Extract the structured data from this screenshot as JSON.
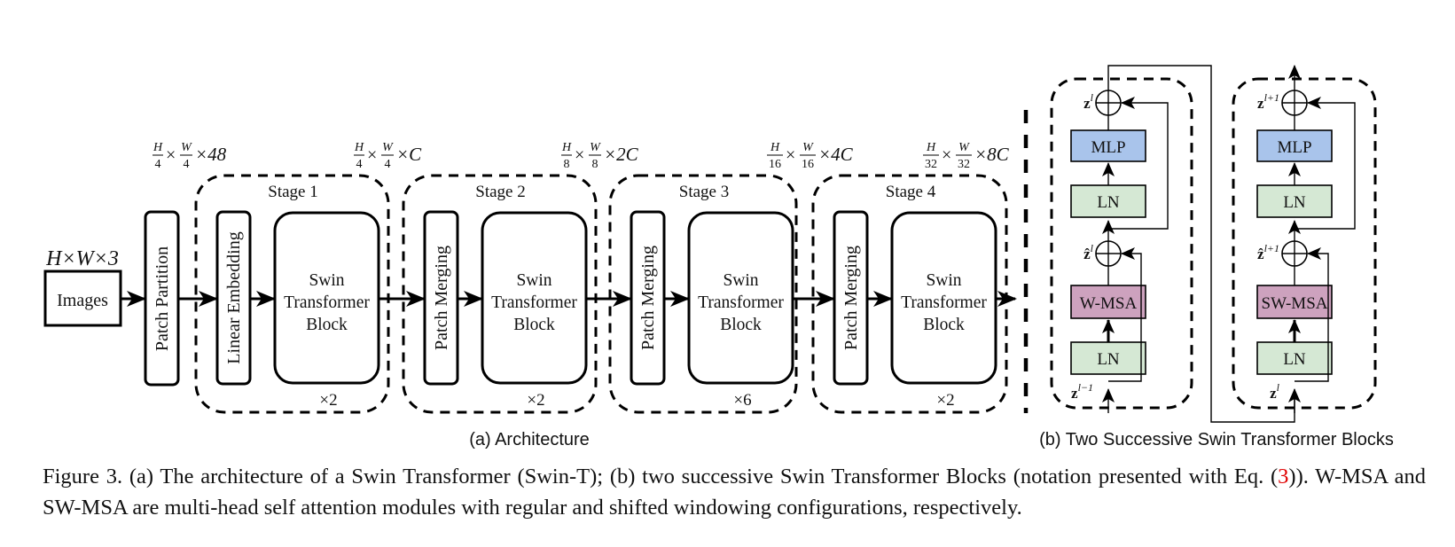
{
  "architecture": {
    "input_dim": "H×W×3",
    "input_label": "Images",
    "patch_partition": "Patch Partition",
    "dims": [
      {
        "num1": "H",
        "den1": "4",
        "num2": "W",
        "den2": "4",
        "tail": "×48"
      },
      {
        "num1": "H",
        "den1": "4",
        "num2": "W",
        "den2": "4",
        "tail": "×C"
      },
      {
        "num1": "H",
        "den1": "8",
        "num2": "W",
        "den2": "8",
        "tail": "×2C"
      },
      {
        "num1": "H",
        "den1": "16",
        "num2": "W",
        "den2": "16",
        "tail": "×4C"
      },
      {
        "num1": "H",
        "den1": "32",
        "num2": "W",
        "den2": "32",
        "tail": "×8C"
      }
    ],
    "stages": [
      {
        "title": "Stage 1",
        "first_block": "Linear Embedding",
        "swin_line1": "Swin",
        "swin_line2": "Transformer",
        "swin_line3": "Block",
        "repeat": "×2"
      },
      {
        "title": "Stage 2",
        "first_block": "Patch Merging",
        "swin_line1": "Swin",
        "swin_line2": "Transformer",
        "swin_line3": "Block",
        "repeat": "×2"
      },
      {
        "title": "Stage 3",
        "first_block": "Patch Merging",
        "swin_line1": "Swin",
        "swin_line2": "Transformer",
        "swin_line3": "Block",
        "repeat": "×6"
      },
      {
        "title": "Stage 4",
        "first_block": "Patch Merging",
        "swin_line1": "Swin",
        "swin_line2": "Transformer",
        "swin_line3": "Block",
        "repeat": "×2"
      }
    ],
    "subcaption": "(a) Architecture"
  },
  "blocks": {
    "first": {
      "ln_top": "LN",
      "mlp": "MLP",
      "ln_bottom": "LN",
      "attn": "W-MSA",
      "out_var": "z",
      "out_sup": "l",
      "mid_var": "ẑ",
      "mid_sup": "l",
      "in_var": "z",
      "in_sup": "l−1"
    },
    "second": {
      "ln_top": "LN",
      "mlp": "MLP",
      "ln_bottom": "LN",
      "attn": "SW-MSA",
      "out_var": "z",
      "out_sup": "l+1",
      "mid_var": "ẑ",
      "mid_sup": "l+1",
      "in_var": "z",
      "in_sup": "l"
    },
    "subcaption": "(b) Two Successive Swin Transformer Blocks"
  },
  "colors": {
    "ln": "#d5e8d4",
    "mlp": "#a9c4eb",
    "msa": "#cda2be",
    "reference": "#e00000"
  },
  "caption": {
    "part1": "Figure 3. (a) The architecture of a Swin Transformer (Swin-T); (b) two successive Swin Transformer Blocks (notation presented with Eq. (",
    "ref": "3",
    "part2": ")). W-MSA and SW-MSA are multi-head self attention modules with regular and shifted windowing configurations, respectively."
  }
}
